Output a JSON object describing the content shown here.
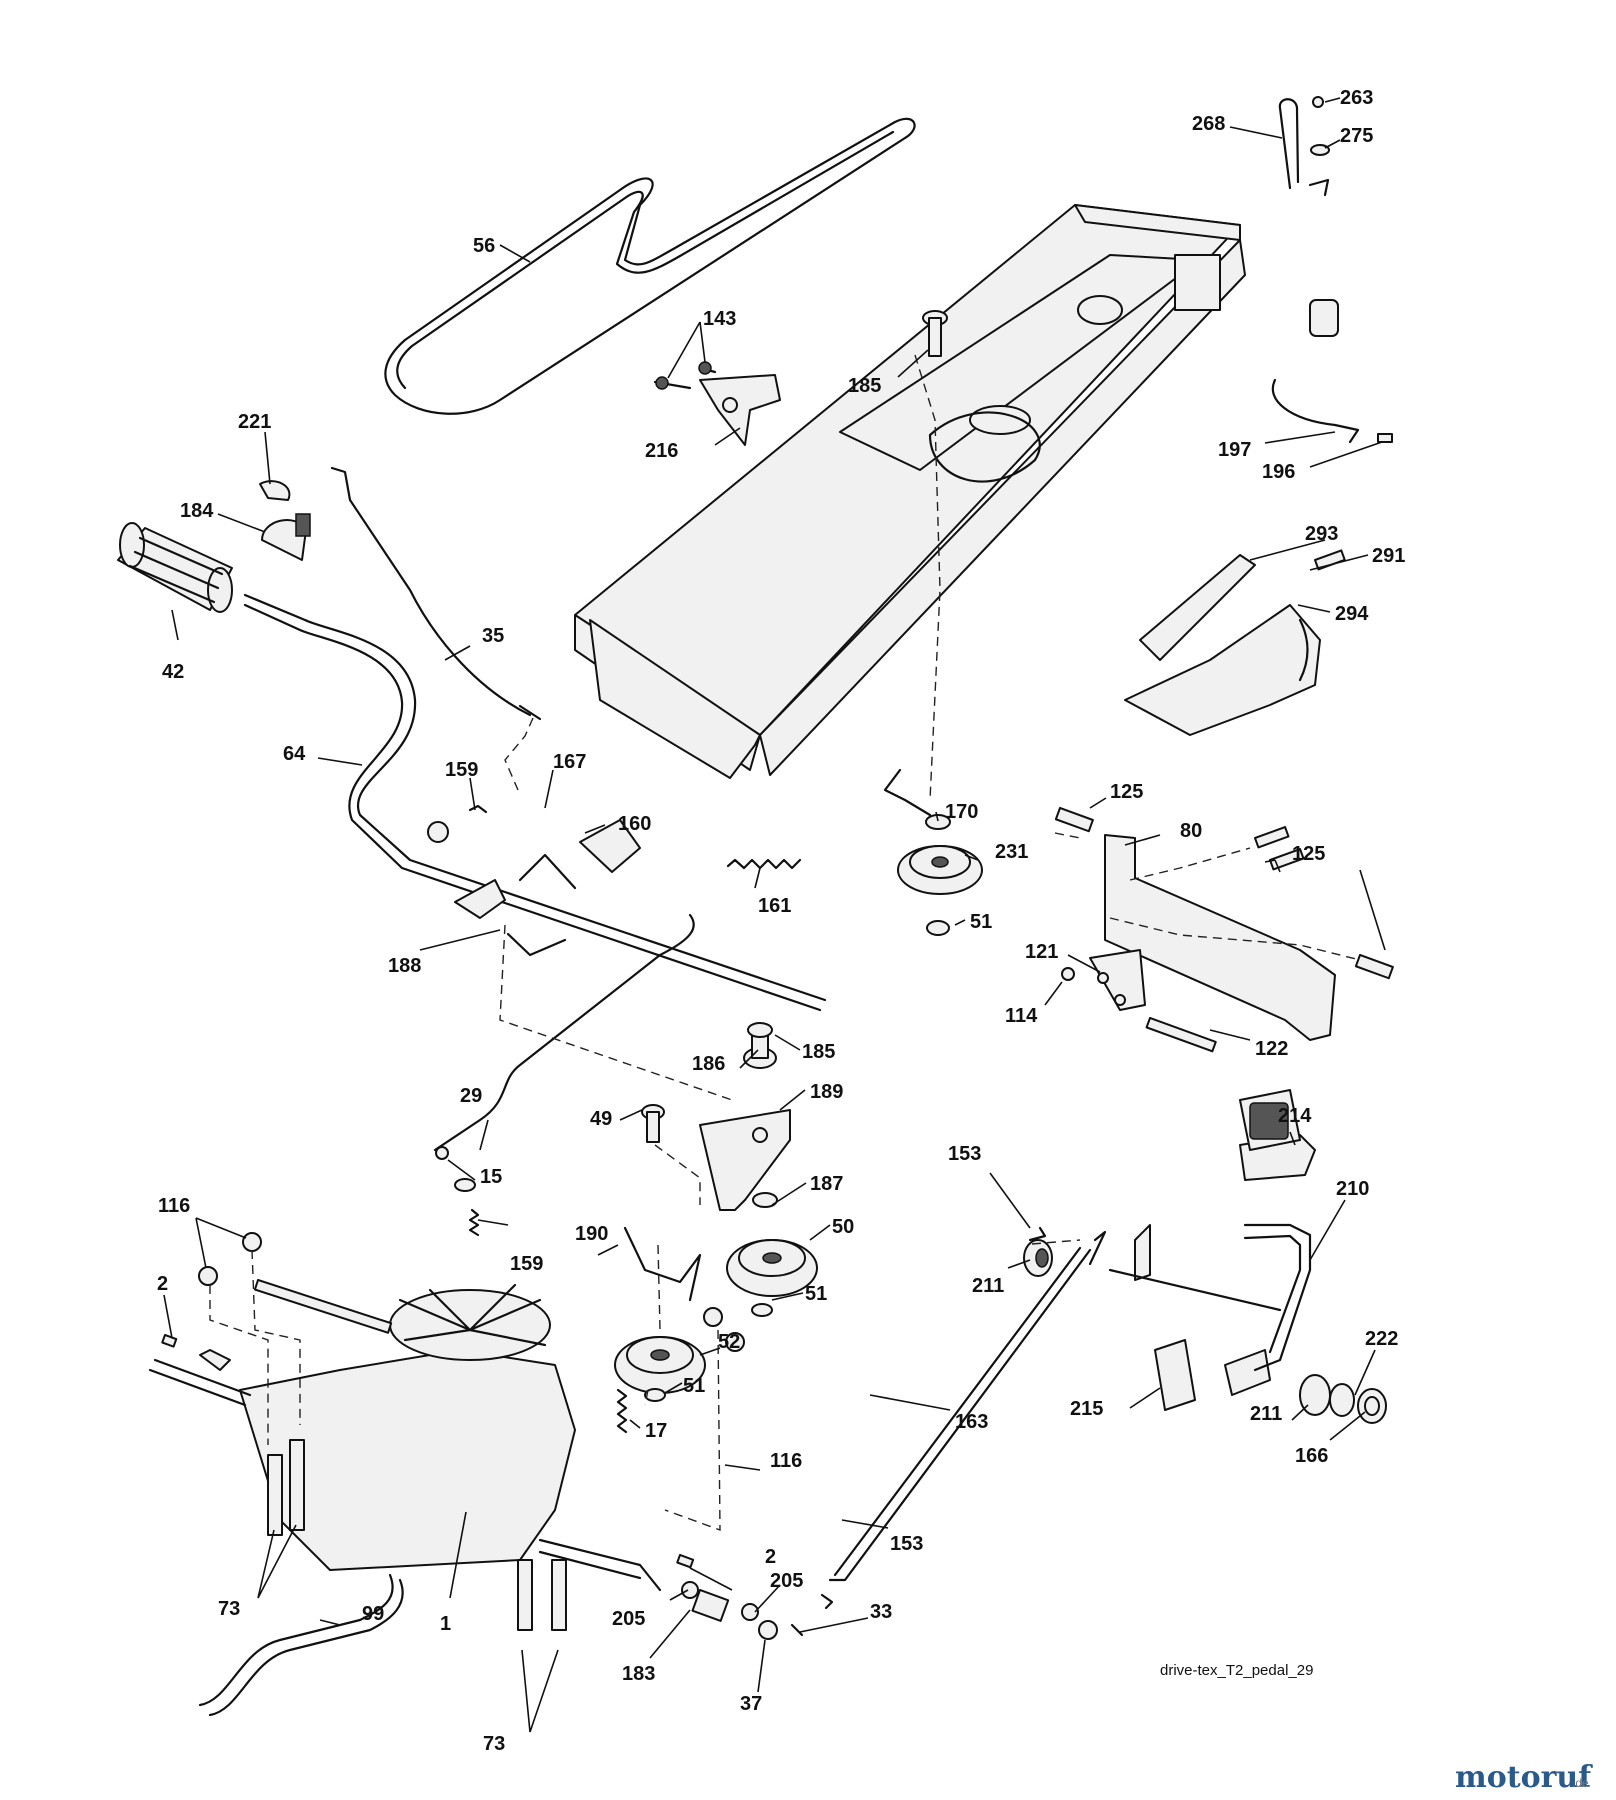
{
  "callouts": {
    "c56": "56",
    "c143": "143",
    "c185a": "185",
    "c216": "216",
    "c263": "263",
    "c268": "268",
    "c275": "275",
    "c197": "197",
    "c196": "196",
    "c221": "221",
    "c184": "184",
    "c42": "42",
    "c35": "35",
    "c64": "64",
    "c159a": "159",
    "c167": "167",
    "c160": "160",
    "c161": "161",
    "c188": "188",
    "c170": "170",
    "c231": "231",
    "c51a": "51",
    "c125a": "125",
    "c80": "80",
    "c125b": "125",
    "c121": "121",
    "c114": "114",
    "c122": "122",
    "c293": "293",
    "c291": "291",
    "c294": "294",
    "c186": "186",
    "c185b": "185",
    "c189": "189",
    "c49": "49",
    "c29": "29",
    "c15": "15",
    "c187": "187",
    "c50": "50",
    "c190": "190",
    "c159b": "159",
    "c51b": "51",
    "c52": "52",
    "c51c": "51",
    "c17": "17",
    "c116a": "116",
    "c2a": "2",
    "c116b": "116",
    "c2b": "2",
    "c73a": "73",
    "c99": "99",
    "c1": "1",
    "c205a": "205",
    "c205b": "205",
    "c183": "183",
    "c37": "37",
    "c33": "33",
    "c73b": "73",
    "c153a": "153",
    "c211a": "211",
    "c214": "214",
    "c210": "210",
    "c163": "163",
    "c215": "215",
    "c211b": "211",
    "c222": "222",
    "c166": "166",
    "c153b": "153"
  },
  "caption": "drive-tex_T2_pedal_29",
  "brand": {
    "name": "motoruf",
    "suffix": ".de"
  }
}
